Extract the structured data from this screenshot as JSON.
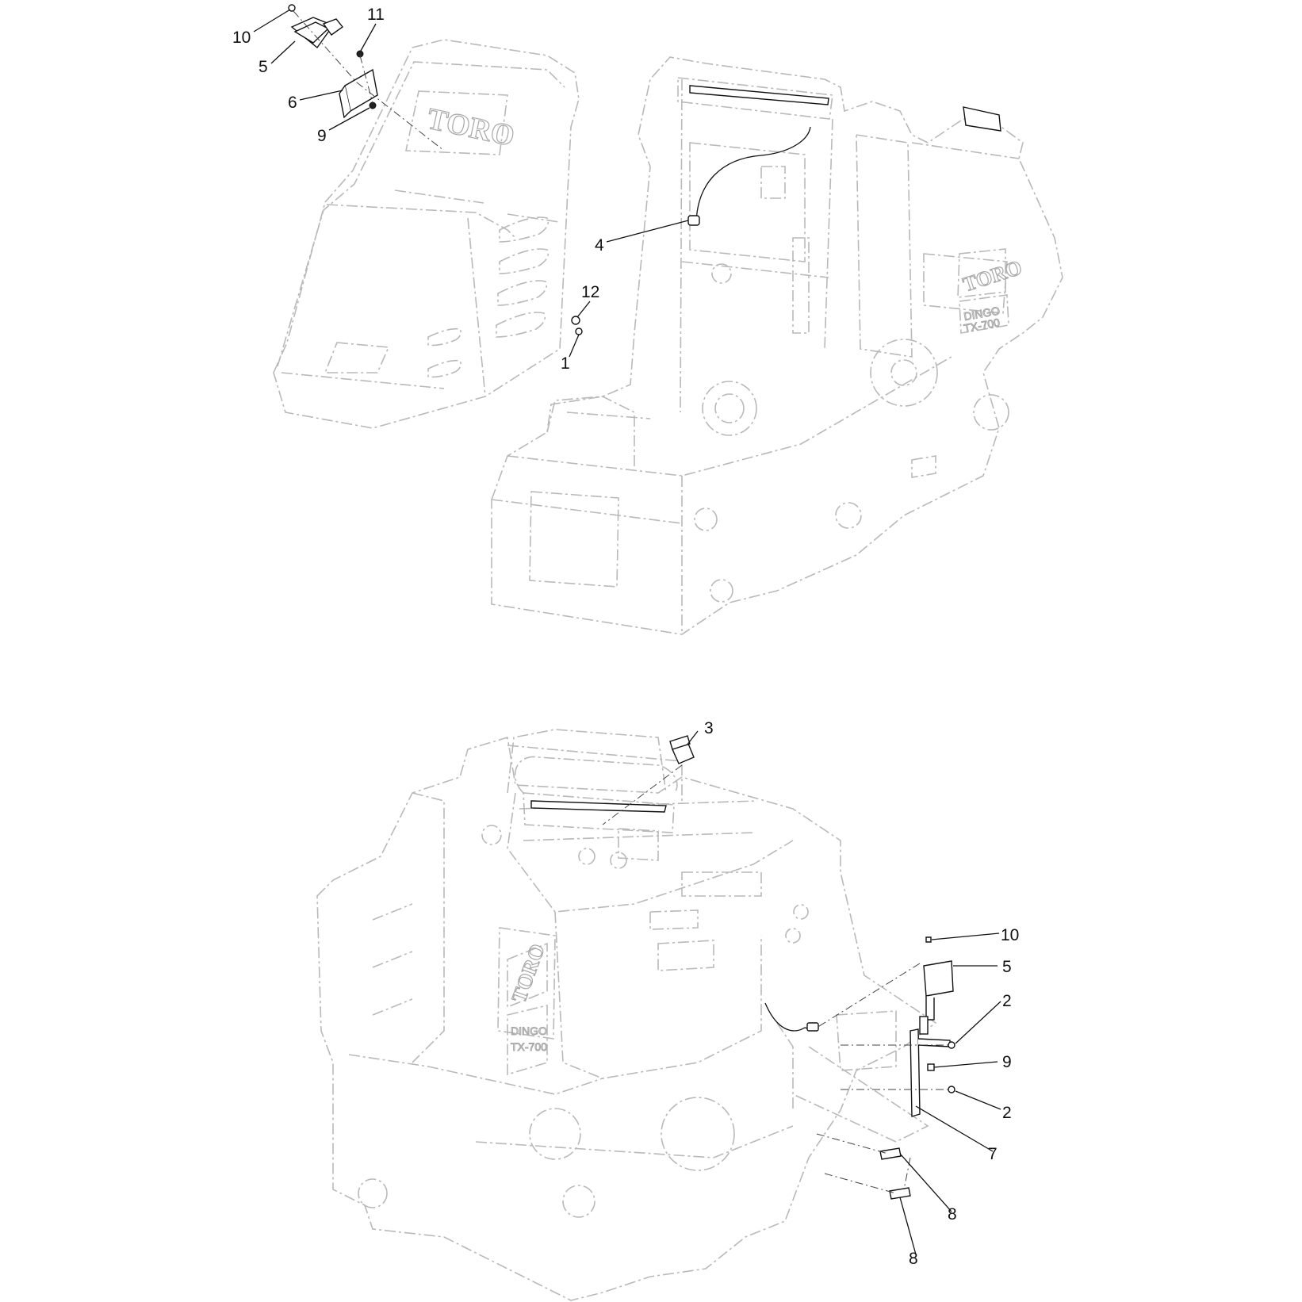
{
  "diagram": {
    "callouts_top": [
      {
        "id": "c10-top",
        "label": "10"
      },
      {
        "id": "c11-top",
        "label": "11"
      },
      {
        "id": "c5-top",
        "label": "5"
      },
      {
        "id": "c6-top",
        "label": "6"
      },
      {
        "id": "c9-top",
        "label": "9"
      },
      {
        "id": "c4-top",
        "label": "4"
      },
      {
        "id": "c12-top",
        "label": "12"
      },
      {
        "id": "c1-top",
        "label": "1"
      }
    ],
    "callouts_bottom": [
      {
        "id": "c3-bot",
        "label": "3"
      },
      {
        "id": "c10-bot",
        "label": "10"
      },
      {
        "id": "c5-bot",
        "label": "5"
      },
      {
        "id": "c2a-bot",
        "label": "2"
      },
      {
        "id": "c9-bot",
        "label": "9"
      },
      {
        "id": "c2b-bot",
        "label": "2"
      },
      {
        "id": "c7-bot",
        "label": "7"
      },
      {
        "id": "c8a-bot",
        "label": "8"
      },
      {
        "id": "c8b-bot",
        "label": "8"
      }
    ],
    "logos": {
      "brand": "TORO",
      "model_line1": "DINGO",
      "model_line2": "TX-700"
    }
  }
}
